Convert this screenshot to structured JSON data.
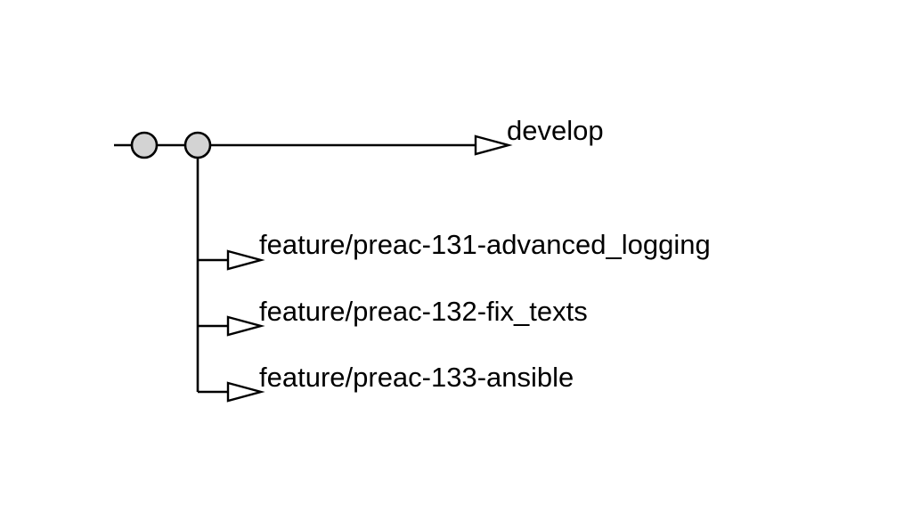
{
  "diagram": {
    "colors": {
      "line": "#000000",
      "commit_fill": "#d3d3d3",
      "arrow_fill": "#ffffff",
      "background": "#ffffff"
    },
    "main_branch": {
      "label": "develop"
    },
    "commits": [
      {
        "id": "commit-1"
      },
      {
        "id": "commit-2"
      }
    ],
    "feature_branches": [
      {
        "label": "feature/preac-131-advanced_logging"
      },
      {
        "label": "feature/preac-132-fix_texts"
      },
      {
        "label": "feature/preac-133-ansible"
      }
    ]
  }
}
